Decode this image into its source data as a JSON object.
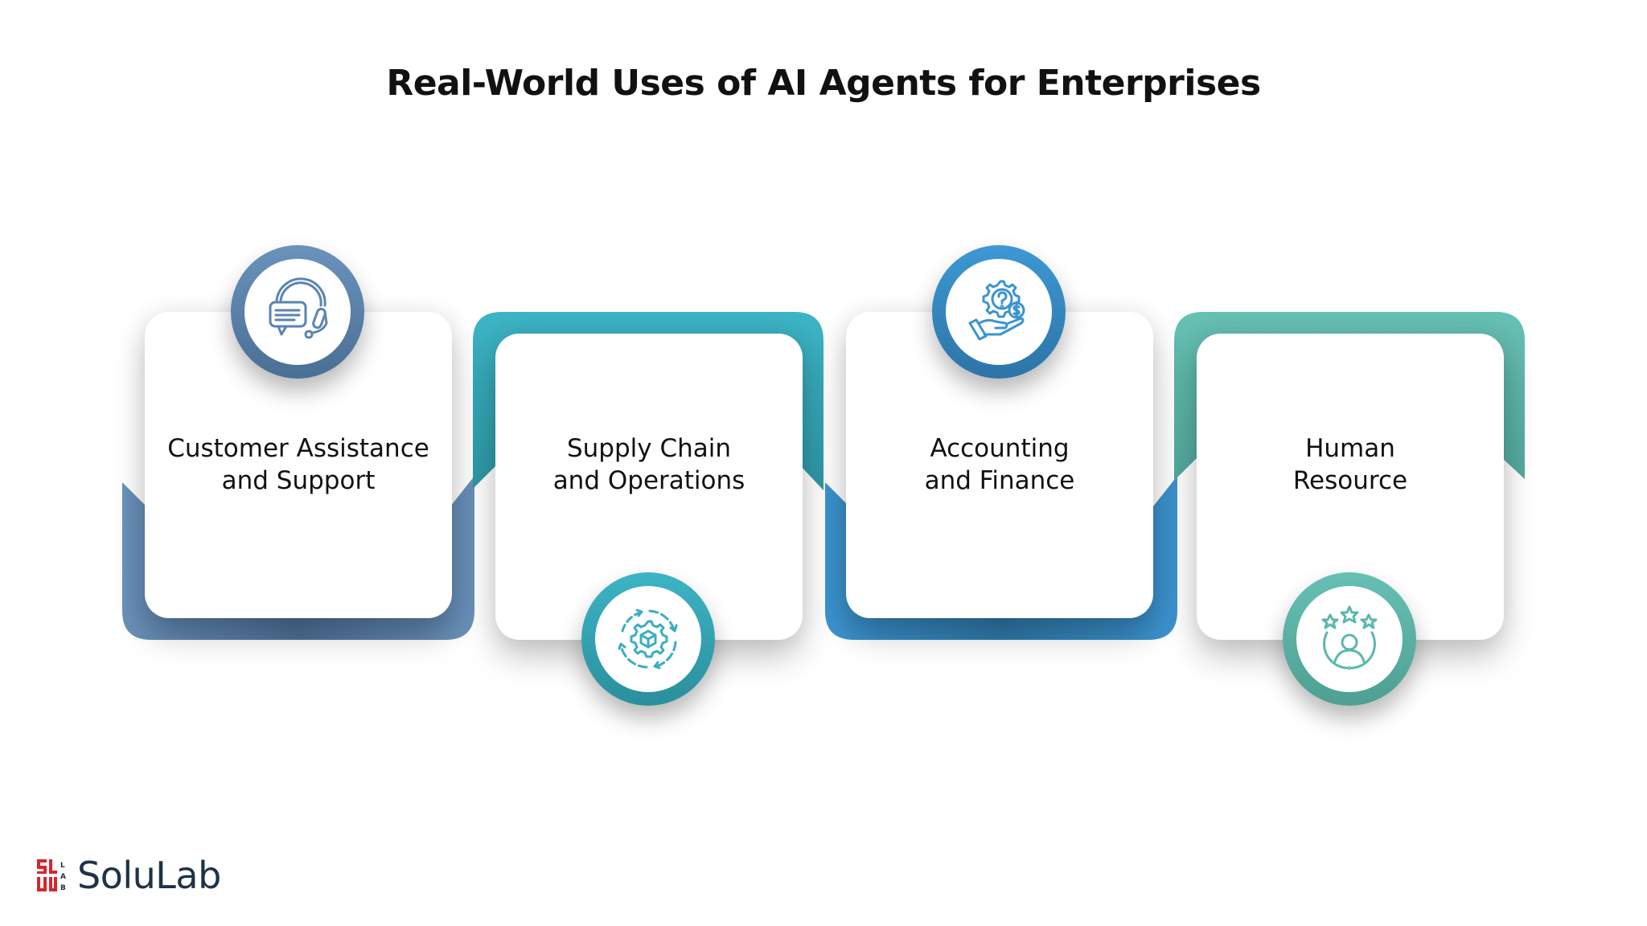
{
  "title": "Real-World Uses of AI Agents for Enterprises",
  "colors": {
    "card1_frame": "#5a82ac",
    "card2_frame": "#3aaebf",
    "card3_frame": "#3a8fc9",
    "card4_frame": "#62bdb1",
    "text": "#111111",
    "logo_red": "#d8262c",
    "logo_text": "#1e3248"
  },
  "cards": [
    {
      "line1": "Customer Assistance",
      "line2": "and Support",
      "icon": "headset-chat-icon"
    },
    {
      "line1": "Supply Chain",
      "line2": "and Operations",
      "icon": "gear-box-cycle-icon"
    },
    {
      "line1": "Accounting",
      "line2": "and Finance",
      "icon": "hand-gear-dollar-icon"
    },
    {
      "line1": "Human",
      "line2": "Resource",
      "icon": "person-stars-icon"
    }
  ],
  "brand": {
    "name": "SoluLab",
    "mark_letters": "LAB"
  }
}
